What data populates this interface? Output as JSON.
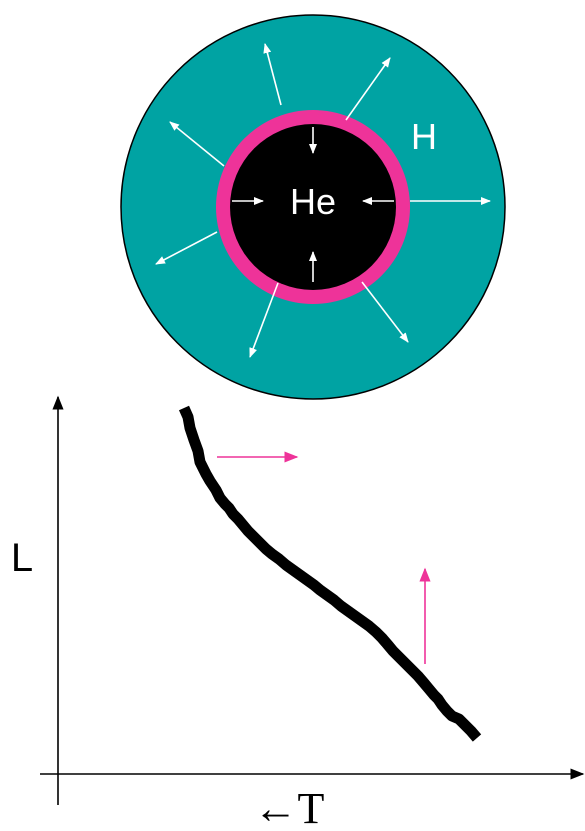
{
  "star": {
    "core_label": "He",
    "envelope_label": "H",
    "colors": {
      "envelope": "#00a3a3",
      "shell": "#ee3399",
      "core": "#000000",
      "arrows": "#ffffff"
    }
  },
  "graph": {
    "y_axis_label": "L",
    "x_axis_label": "←T",
    "colors": {
      "axes": "#000000",
      "track": "#000000",
      "motion_arrows": "#ee3399"
    }
  }
}
